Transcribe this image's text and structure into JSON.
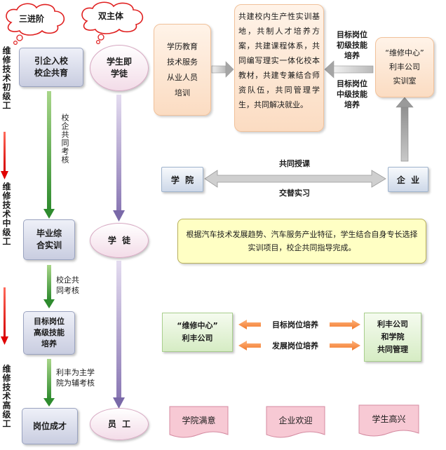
{
  "clouds": {
    "left": "三进阶",
    "right": "双主体"
  },
  "level_labels": [
    "维修技术初级工",
    "维修技术中级工",
    "维修技术高级工"
  ],
  "stages": [
    "引企入校\n校企共育",
    "毕业综\n合实训",
    "目标岗位\n高级技能\n培养",
    "岗位成才"
  ],
  "stage_notes": [
    "校企共同考核",
    "校企共\n同考核",
    "利丰为主学\n院为辅考核"
  ],
  "roles": [
    "学生即\n学徒",
    "学  徒",
    "员  工"
  ],
  "top": {
    "edu_box": "学历教育\n技术服务\n从业人员\n培训",
    "shared_box": "共建校内生产性实训基地，共制人才培养方案，共建课程体系，共同编写理实一体化校本教材，共建专兼结合师资队伍，共同管理学生，共同解决就业。",
    "label_primary": "目标岗位\n初级技能\n培养",
    "label_mid": "目标岗位\n中级技能\n培养",
    "center_box": "“维修中心”\n利丰公司\n实训室"
  },
  "middle": {
    "school": "学  院",
    "enterprise": "企  业",
    "arrow_top": "共同授课",
    "arrow_bottom": "交替实习",
    "note": "根据汽车技术发展趋势、汽车服务产业特征，学生结合自身专长选择实训项目，校企共同指导完成。"
  },
  "lower": {
    "left_box": "“维修中心”\n利丰公司",
    "arrow_top": "目标岗位培养",
    "arrow_bottom": "发展岗位培养",
    "right_box": "利丰公司\n和学院\n共同管理"
  },
  "outcomes": [
    "学院满意",
    "企业欢迎",
    "学生高兴"
  ]
}
